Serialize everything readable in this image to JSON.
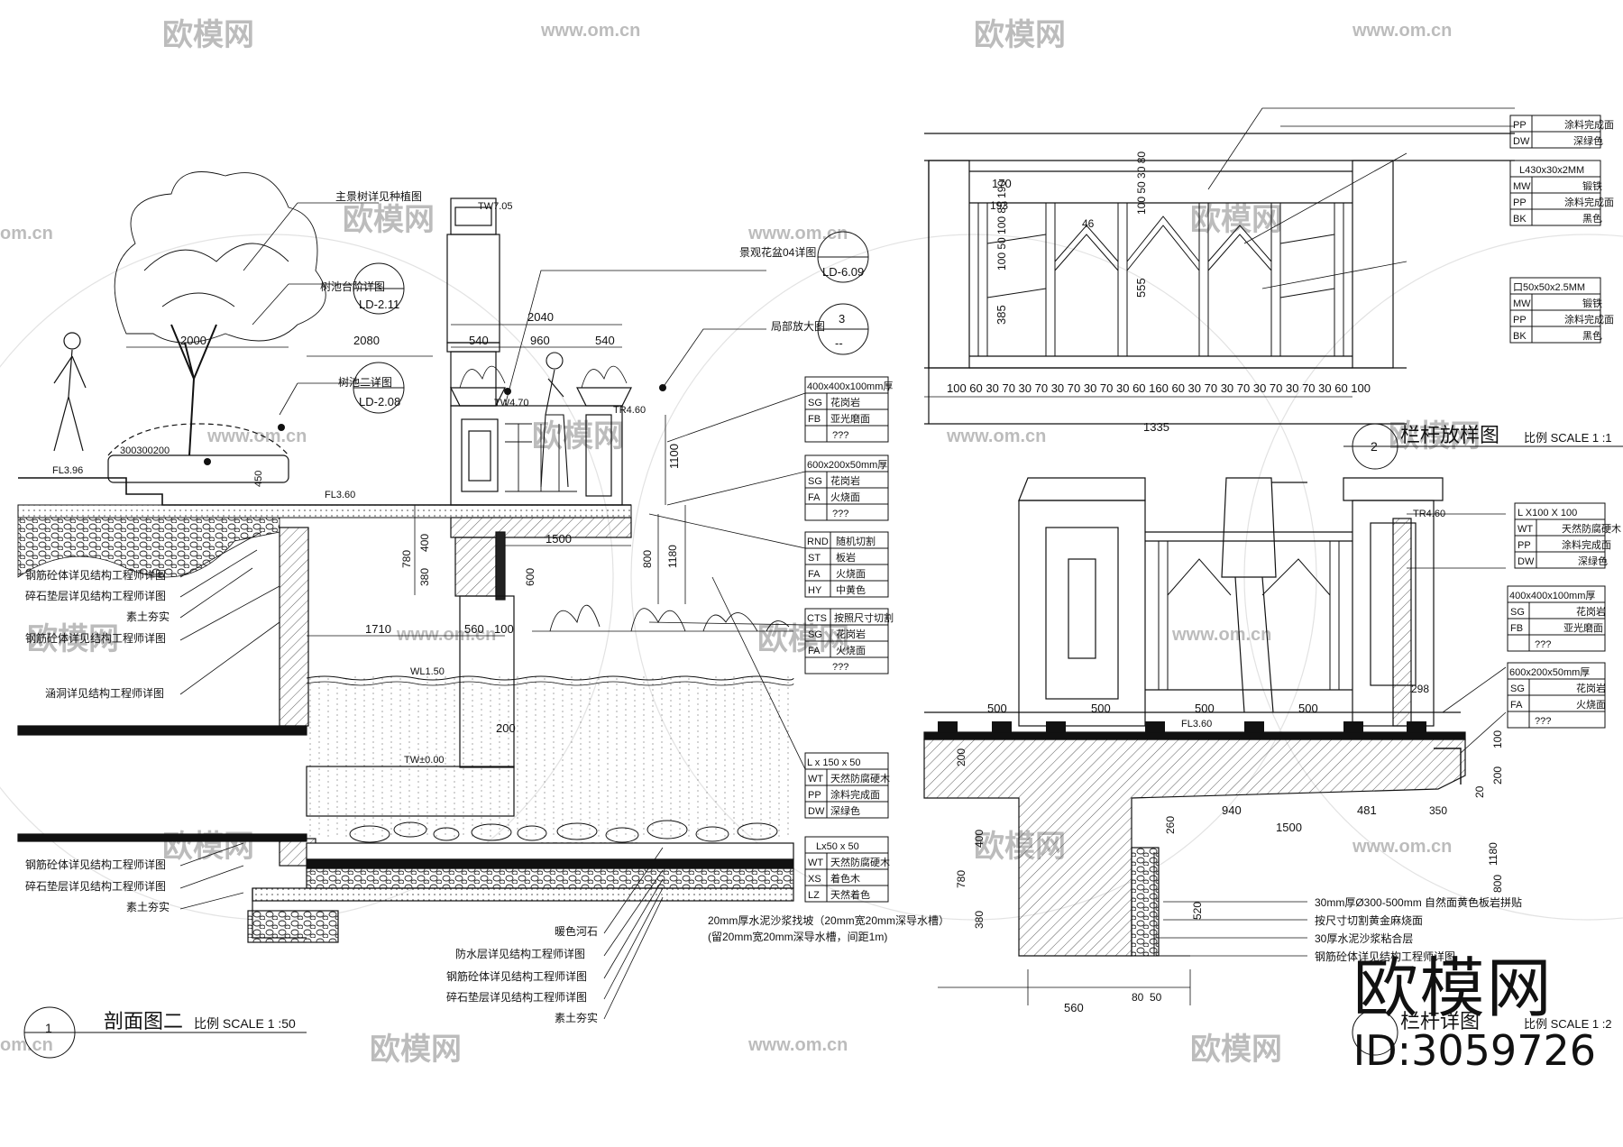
{
  "watermark": {
    "logo_text": "欧模网",
    "url_text": "www.om.cn",
    "short_text": "om.cn"
  },
  "brand": {
    "logo": "欧模网",
    "id": "ID:3059726"
  },
  "section2": {
    "title": "剖面图二",
    "scale_label": "比例 SCALE 1 :50",
    "number": "1",
    "labels": {
      "tree": "主景树详见种植图",
      "tree_step": "树池台阶详图",
      "tree_pool": "树池二详图",
      "planter": "景观花盆04详图",
      "detail": "局部放大图",
      "rebar1": "钢筋砼体详见结构工程师详图",
      "gravel1": "碎石垫层详见结构工程师详图",
      "soil1": "素土夯实",
      "rebar2": "钢筋砼体详见结构工程师详图",
      "culvert": "涵洞详见结构工程师详图",
      "rebar3": "钢筋砼体详见结构工程师详图",
      "gravel3": "碎石垫层详见结构工程师详图",
      "soil3": "素土夯实",
      "stone": "暖色河石",
      "waterproof": "防水层详见结构工程师详图",
      "rebar4": "钢筋砼体详见结构工程师详图",
      "gravel4": "碎石垫层详见结构工程师详图",
      "soil4": "素土夯实",
      "slope_note1": "20mm厚水泥沙浆找坡（20mm宽20mm深导水槽）",
      "slope_note2": "(留20mm宽20mm深导水槽，间距1m)"
    },
    "refs": {
      "ref_tree_step": "LD-2.11",
      "ref_tree_pool": "LD-2.08",
      "ref_planter": "LD-6.09",
      "ref_detail_num": "3",
      "ref_detail_sheet": "--"
    },
    "elevations": {
      "tw705": "TW7.05",
      "fl396": "FL3.96",
      "fl360": "FL3.60",
      "tw470": "TW4.70",
      "tr460": "TR4.60",
      "wl150": "WL1.50",
      "tw000": "TW±0.00"
    },
    "dims": {
      "d2040": "2040",
      "d2080": "2080",
      "d2000": "2000",
      "d540a": "540",
      "d960": "960",
      "d540b": "540",
      "d1500": "1500",
      "d1710": "1710",
      "d560": "560",
      "d100": "100",
      "d200": "200",
      "d300": "300300200",
      "d450": "450",
      "d1100": "1100",
      "d780": "780",
      "d400": "400",
      "d380": "380",
      "d600": "600",
      "d800": "800",
      "d1180": "1180"
    }
  },
  "spec_tables": [
    [
      [
        "400x400x100mm厚",
        ""
      ],
      [
        "SG",
        "花岗岩"
      ],
      [
        "FB",
        "亚光磨面"
      ],
      [
        "???",
        ""
      ]
    ],
    [
      [
        "600x200x50mm厚",
        ""
      ],
      [
        "SG",
        "花岗岩"
      ],
      [
        "FA",
        "火烧面"
      ],
      [
        "???",
        ""
      ]
    ],
    [
      [
        "RND",
        "随机切割"
      ],
      [
        "ST",
        "板岩"
      ],
      [
        "FA",
        "火烧面"
      ],
      [
        "HY",
        "中黄色"
      ]
    ],
    [
      [
        "CTS",
        "按照尺寸切割"
      ],
      [
        "SG",
        "花岗岩"
      ],
      [
        "FA",
        "火烧面"
      ],
      [
        "???",
        ""
      ]
    ],
    [
      [
        "L x 150 x 50",
        ""
      ],
      [
        "WT",
        "天然防腐硬木"
      ],
      [
        "PP",
        "涂料完成面"
      ],
      [
        "DW",
        "深绿色"
      ]
    ],
    [
      [
        "Lx50 x 50",
        ""
      ],
      [
        "WT",
        "天然防腐硬木"
      ],
      [
        "XS",
        "着色木"
      ],
      [
        "LZ",
        "天然着色"
      ]
    ]
  ],
  "railing": {
    "title": "栏杆放样图",
    "scale_label": "比例 SCALE 1 :1",
    "number": "2",
    "dims_bottom": "100 60 30 70 30 70 30 70 30 70 30 60 160 60 30 70 30 70 30 70 30 70 30 60 100",
    "d1335": "1335",
    "d385": "385",
    "d555": "555",
    "d170": "170",
    "d193": "193",
    "d46": "46",
    "side_dims": "100 50 100 85 190",
    "side_dims2": "100 50 30 80",
    "specs": [
      [
        [
          "PP",
          "涂料完成面"
        ],
        [
          "DW",
          "深绿色"
        ]
      ],
      [
        [
          "L430x30x2MM",
          ""
        ],
        [
          "MW",
          "锻铁"
        ],
        [
          "PP",
          "涂料完成面"
        ],
        [
          "BK",
          "黑色"
        ]
      ],
      [
        [
          "口50x50x2.5MM",
          ""
        ],
        [
          "MW",
          "锻铁"
        ],
        [
          "PP",
          "涂料完成面"
        ],
        [
          "BK",
          "黑色"
        ]
      ]
    ]
  },
  "railing_section": {
    "title": "栏杆详图",
    "scale_label": "比例 SCALE 1 :2",
    "tr460": "TR4.60",
    "fl360": "FL3.60",
    "dims": {
      "d500a": "500",
      "d500b": "500",
      "d500c": "500",
      "d500d": "500",
      "d298": "298",
      "d940": "940",
      "d481": "481",
      "d350": "350",
      "d1500": "1500",
      "d560": "560",
      "d80": "80",
      "d50": "50",
      "d260": "260",
      "d520": "520",
      "d400": "400",
      "d780": "780",
      "d380": "380",
      "d200": "200",
      "d1180": "1180",
      "d800": "800",
      "d100": "100",
      "d20": "20",
      "d200b": "200"
    },
    "specs": [
      [
        [
          "L X100 X 100",
          ""
        ],
        [
          "WT",
          "天然防腐硬木"
        ],
        [
          "PP",
          "涂料完成面"
        ],
        [
          "DW",
          "深绿色"
        ]
      ],
      [
        [
          "400x400x100mm厚",
          ""
        ],
        [
          "SG",
          "花岗岩"
        ],
        [
          "FB",
          "亚光磨面"
        ],
        [
          "???",
          ""
        ]
      ],
      [
        [
          "600x200x50mm厚",
          ""
        ],
        [
          "SG",
          "花岗岩"
        ],
        [
          "FA",
          "火烧面"
        ],
        [
          "???",
          ""
        ]
      ]
    ],
    "notes": [
      "30mm厚Ø300-500mm 自然面黄色板岩拼贴",
      "按尺寸切割黄金麻烧面",
      "30厚水泥沙浆粘合层",
      "钢筋砼体详见结构工程师详图"
    ]
  }
}
